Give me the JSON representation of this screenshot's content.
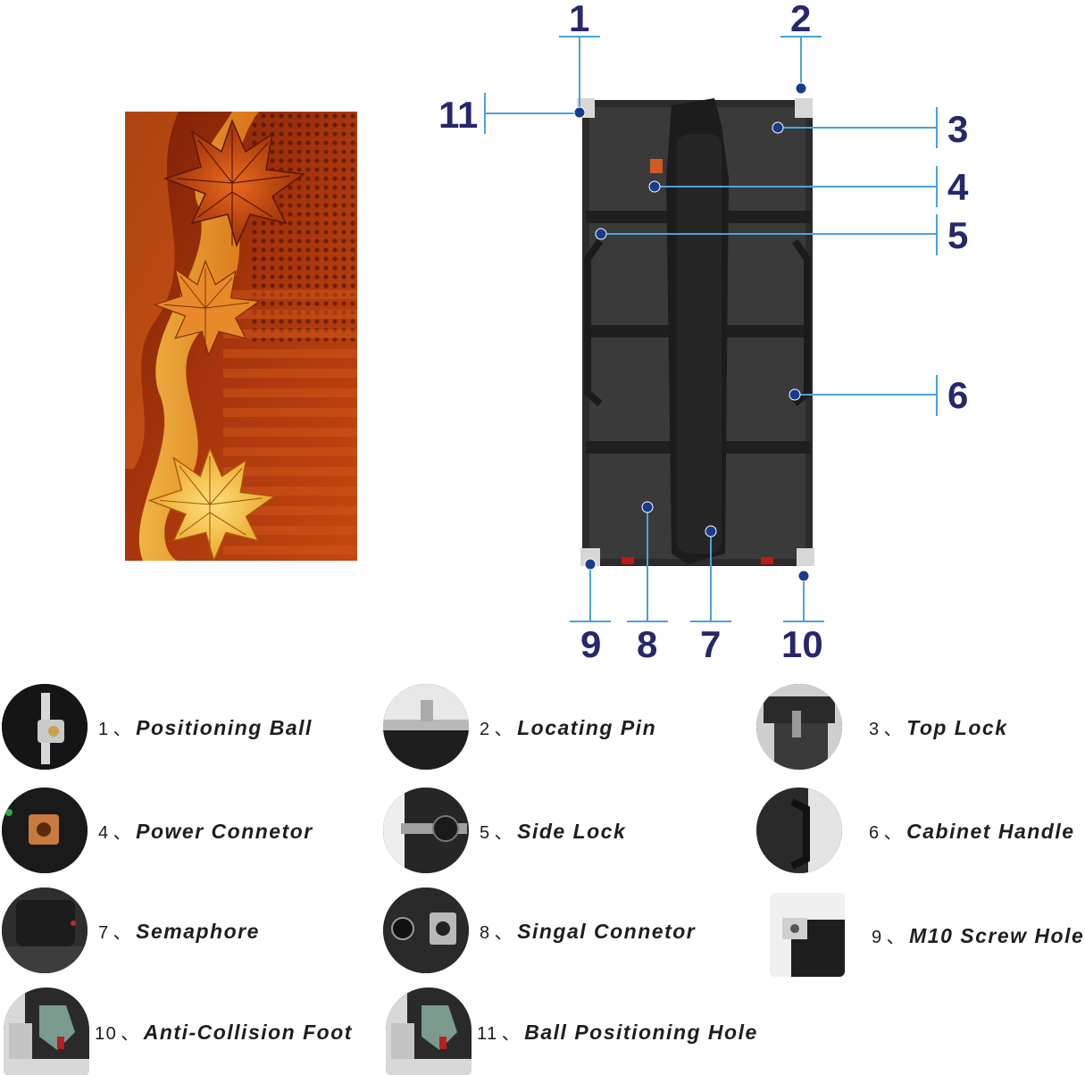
{
  "colors": {
    "callout_line": "#4aa3d8",
    "callout_dot": "#1a3a8c",
    "callout_number": "#27276b",
    "cabinet_frame": "#2b2b2b",
    "cabinet_panel": "#3a3a3a"
  },
  "callouts": [
    {
      "num": "1"
    },
    {
      "num": "2"
    },
    {
      "num": "3"
    },
    {
      "num": "4"
    },
    {
      "num": "5"
    },
    {
      "num": "6"
    },
    {
      "num": "7"
    },
    {
      "num": "8"
    },
    {
      "num": "9"
    },
    {
      "num": "10"
    },
    {
      "num": "11"
    }
  ],
  "legend": [
    {
      "num": "1",
      "sep": "、",
      "label": "Positioning Ball"
    },
    {
      "num": "2",
      "sep": "、",
      "label": "Locating Pin"
    },
    {
      "num": "3",
      "sep": "、",
      "label": "Top Lock"
    },
    {
      "num": "4",
      "sep": "、",
      "label": "Power Connetor"
    },
    {
      "num": "5",
      "sep": "、",
      "label": "Side Lock"
    },
    {
      "num": "6",
      "sep": "、",
      "label": "Cabinet Handle"
    },
    {
      "num": "7",
      "sep": "、",
      "label": "Semaphore"
    },
    {
      "num": "8",
      "sep": "、",
      "label": "Singal Connetor"
    },
    {
      "num": "9",
      "sep": "、",
      "label": "M10 Screw Hole"
    },
    {
      "num": "10",
      "sep": "、",
      "label": "Anti-Collision Foot"
    },
    {
      "num": "11",
      "sep": "、",
      "label": "Ball Positioning Hole"
    }
  ]
}
